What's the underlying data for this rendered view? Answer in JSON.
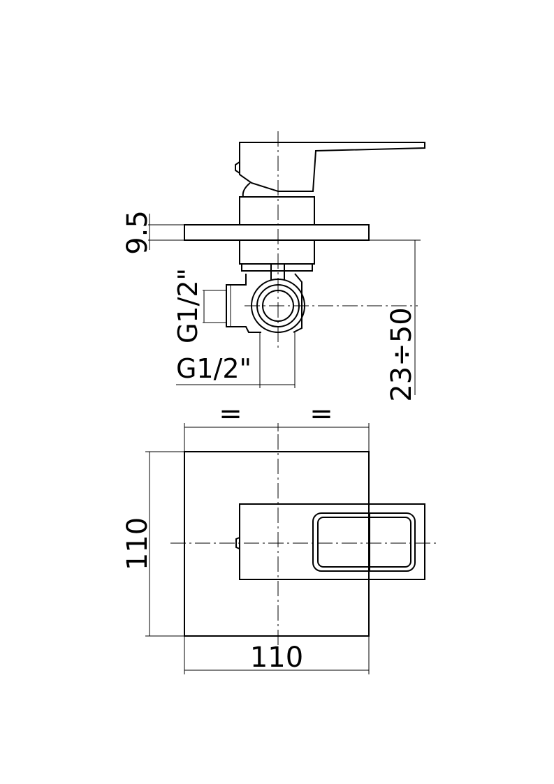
{
  "dimensions": {
    "plate_thickness": "9.5",
    "inlet_thread_side": "G1/2\"",
    "inlet_thread_bottom": "G1/2\"",
    "wall_depth_range": "23÷50",
    "equal_left": "=",
    "equal_right": "=",
    "height": "110",
    "width": "110"
  },
  "colors": {
    "line": "#000000",
    "background": "#ffffff"
  }
}
